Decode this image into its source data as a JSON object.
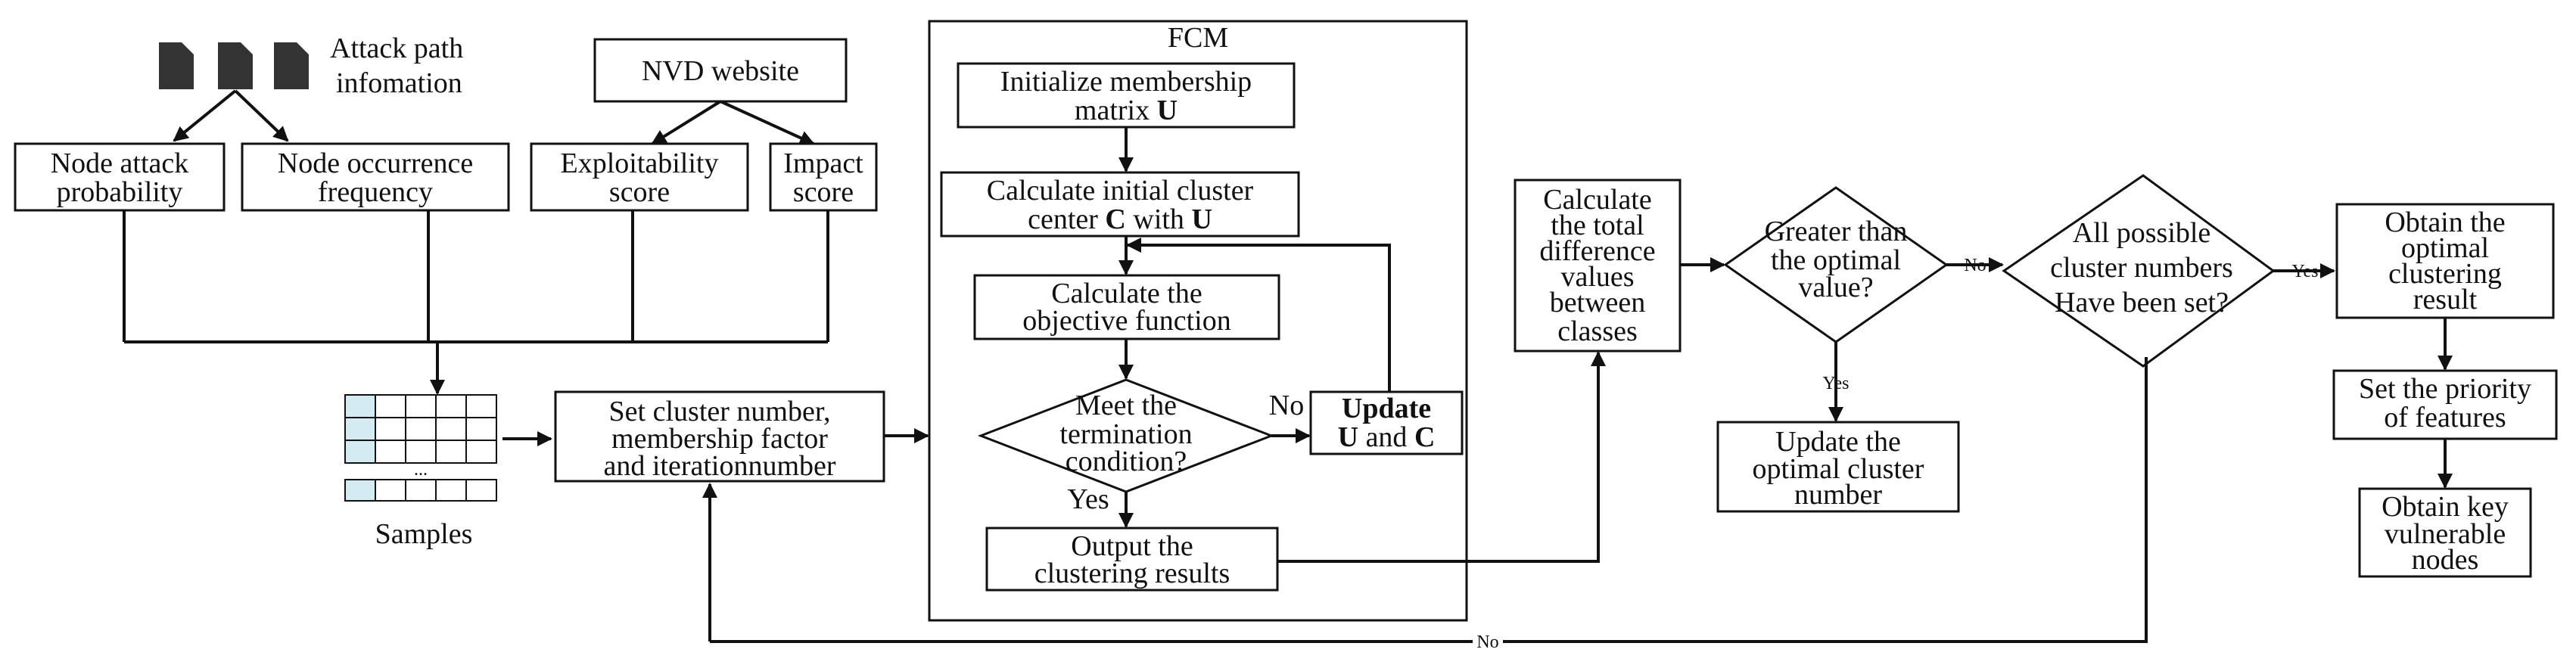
{
  "attack_path": {
    "line1": "Attack path",
    "line2": "infomation"
  },
  "nvd": {
    "label": "NVD website"
  },
  "node_attack": {
    "line1": "Node attack",
    "line2": "probability"
  },
  "node_occurrence": {
    "line1": "Node occurrence",
    "line2": "frequency"
  },
  "exploitability": {
    "line1": "Exploitability",
    "line2": "score"
  },
  "impact": {
    "line1": "Impact",
    "line2": "score"
  },
  "samples": {
    "label": "Samples",
    "ellipsis": "..."
  },
  "set_cluster": {
    "line1": "Set cluster number,",
    "line2": "membership factor",
    "line3": "and iterationnumber"
  },
  "fcm": {
    "title": "FCM",
    "init": {
      "line1": "Initialize membership",
      "line2_text": "matrix ",
      "line2_bold": "U"
    },
    "calc_center": {
      "line1": "Calculate initial cluster",
      "l2a": "center ",
      "l2b": "C",
      "l2c": " with ",
      "l2d": "U"
    },
    "objective": {
      "line1": "Calculate the",
      "line2": "objective function"
    },
    "condition": {
      "line1": "Meet the",
      "line2": "termination",
      "line3": "condition?"
    },
    "update": {
      "line1": "Update",
      "l2a": "U",
      "l2b": " and ",
      "l2c": "C"
    },
    "no_label": "No",
    "yes_label": "Yes",
    "output": {
      "line1": "Output the",
      "line2": "clustering results"
    }
  },
  "calc_total": {
    "line1": "Calculate",
    "line2": "the total",
    "line3": "difference",
    "line4": "values",
    "line5": "between",
    "line6": "classes"
  },
  "greater": {
    "line1": "Greater than",
    "line2": "the optimal",
    "line3": "value?",
    "no_label": "No",
    "yes_label": "Yes"
  },
  "update_opt": {
    "line1": "Update the",
    "line2": "optimal cluster",
    "line3": "number"
  },
  "all_possible": {
    "line1": "All possible",
    "line2": "cluster numbers",
    "line3": "Have been set?",
    "yes_label": "Yes",
    "no_label": "No"
  },
  "obtain_optimal": {
    "line1": "Obtain the",
    "line2": "optimal",
    "line3": "clustering",
    "line4": "result"
  },
  "set_priority": {
    "line1": "Set the priority",
    "line2": "of  features"
  },
  "obtain_key": {
    "line1": "Obtain key",
    "line2": "vulnerable",
    "line3": "nodes"
  },
  "colors": {
    "stroke": "#111111",
    "sample_highlight": "#d4ecf1",
    "document_icon": "#333333"
  },
  "icons": [
    "document-icon",
    "document-icon",
    "document-icon"
  ]
}
